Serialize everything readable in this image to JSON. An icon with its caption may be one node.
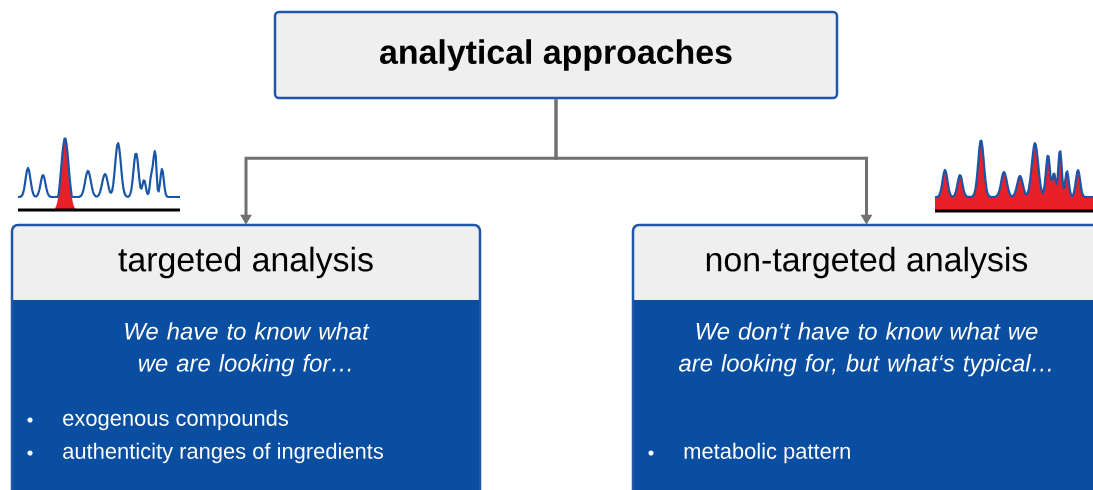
{
  "diagram": {
    "nodes": [
      {
        "text": [
          "analytical approaches"
        ]
      },
      {
        "text": [
          "targeted analysis",
          "We have to know what we are looking for…",
          "exogenous compounds",
          "authenticity ranges of ingredients"
        ]
      },
      {
        "text": [
          "non-targeted analysis",
          "We don‘t have to know what we are looking for, but what‘s typical…",
          "metabolic pattern"
        ]
      }
    ],
    "edges": [
      {
        "from": 0,
        "to": 1,
        "arrow": "to"
      },
      {
        "from": 0,
        "to": 2,
        "arrow": "to"
      }
    ]
  }
}
